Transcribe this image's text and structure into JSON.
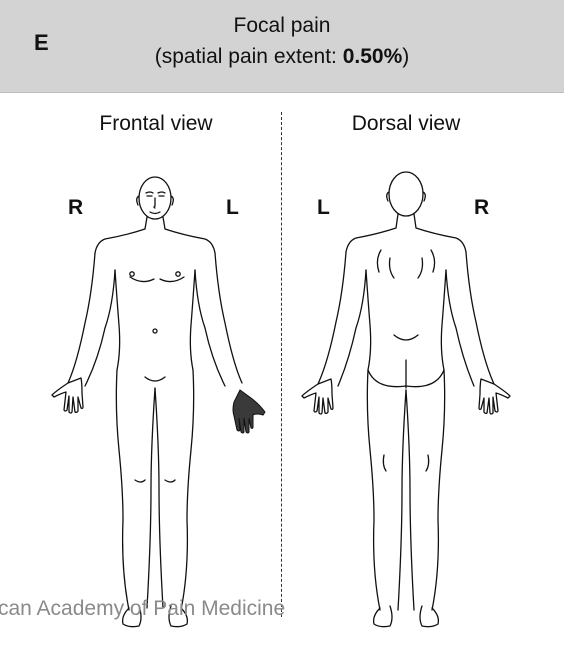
{
  "header": {
    "panel_letter": "E",
    "title": "Focal pain",
    "subtitle_prefix": "(spatial pain extent: ",
    "subtitle_value": "0.50%",
    "subtitle_suffix": ")"
  },
  "views": {
    "frontal": {
      "label": "Frontal view",
      "left_side": "R",
      "right_side": "L"
    },
    "dorsal": {
      "label": "Dorsal view",
      "left_side": "L",
      "right_side": "R"
    }
  },
  "pain_region": {
    "location": "left hand (frontal view)",
    "color": "#3a3a3a"
  },
  "watermark": "can Academy of Pain Medicine"
}
